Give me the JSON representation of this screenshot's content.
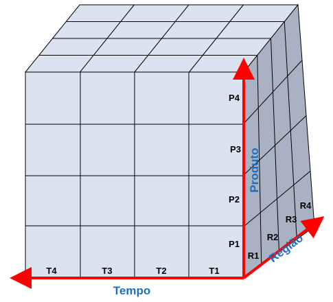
{
  "colors": {
    "front": "#dbe3f1",
    "top": "#dbe3f1",
    "side": "#a9b2c3",
    "edge": "#000000",
    "axis_line": "#ff0000",
    "axis_text": "#1f6fc0"
  },
  "axes": {
    "tempo": {
      "label": "Tempo",
      "cells": [
        "T4",
        "T3",
        "T2",
        "T1"
      ]
    },
    "produto": {
      "label": "Produto",
      "cells": [
        "P4",
        "P3",
        "P2",
        "P1"
      ]
    },
    "regiao": {
      "label": "Região",
      "cells": [
        "R1",
        "R2",
        "R3",
        "R4"
      ]
    }
  }
}
